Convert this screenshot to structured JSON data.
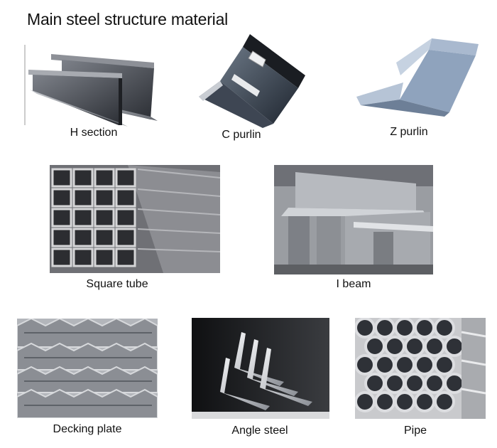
{
  "page_title": "Main steel structure material",
  "items": [
    {
      "label": "H section"
    },
    {
      "label": "C purlin"
    },
    {
      "label": "Z purlin"
    },
    {
      "label": "Square tube"
    },
    {
      "label": "I beam"
    },
    {
      "label": "Decking plate"
    },
    {
      "label": "Angle steel"
    },
    {
      "label": "Pipe"
    }
  ]
}
